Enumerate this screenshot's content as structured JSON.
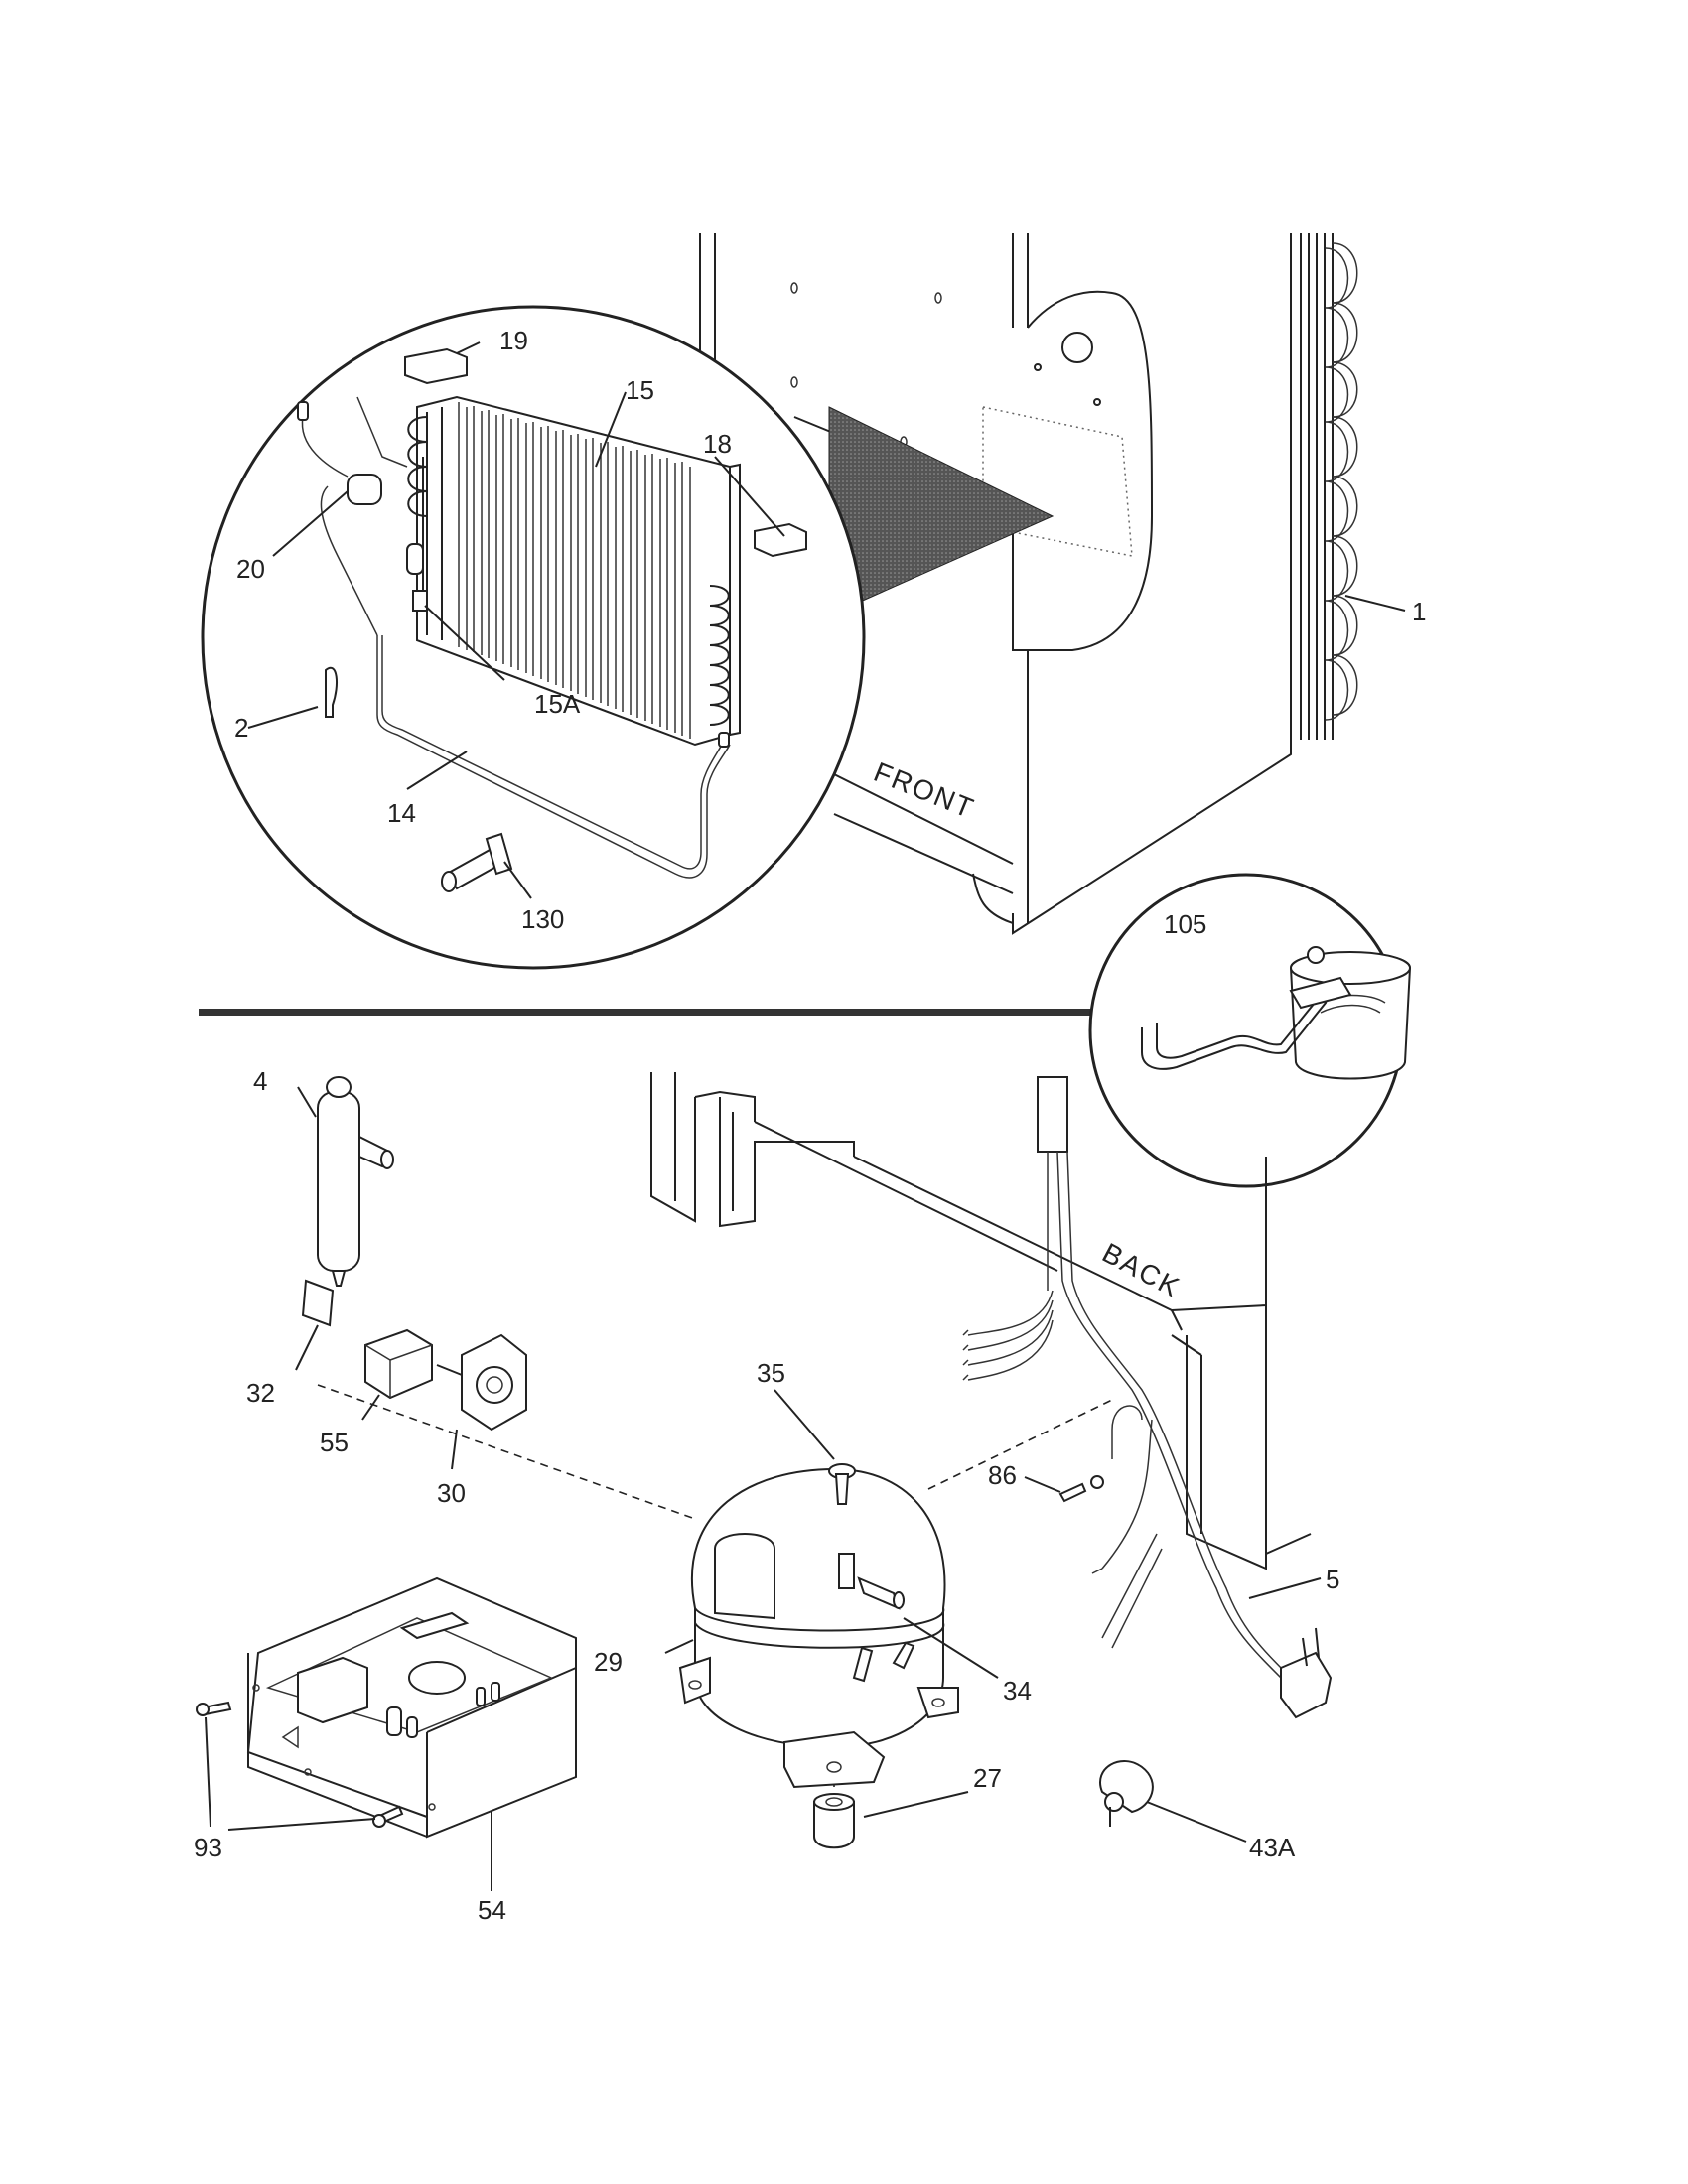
{
  "callouts": {
    "c1": "1",
    "c2": "2",
    "c4": "4",
    "c5": "5",
    "c14": "14",
    "c15": "15",
    "c15a": "15A",
    "c18": "18",
    "c19": "19",
    "c20": "20",
    "c27": "27",
    "c29": "29",
    "c30": "30",
    "c32": "32",
    "c34": "34",
    "c35": "35",
    "c43a": "43A",
    "c54": "54",
    "c55": "55",
    "c86": "86",
    "c93": "93",
    "c105": "105",
    "c130": "130"
  },
  "orientation": {
    "front": "FRONT",
    "back": "BACK"
  }
}
